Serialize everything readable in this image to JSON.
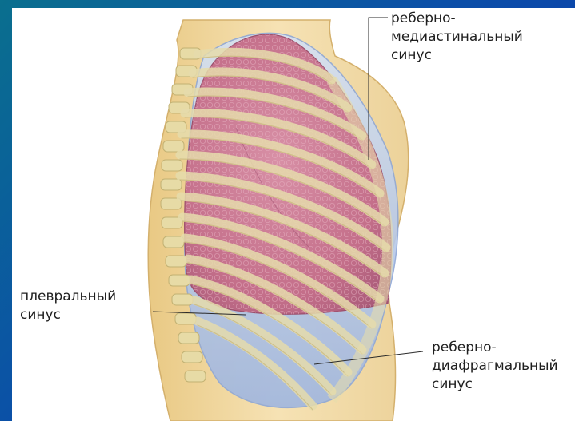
{
  "labels": {
    "costomediastinal": {
      "line1": "реберно-",
      "line2": "медиастинальный",
      "line3": "синус"
    },
    "pleural": {
      "line1": "плевральный",
      "line2": "синус"
    },
    "costophrenic": {
      "line1": "реберно-",
      "line2": "диафрагмальный",
      "line3": "синус"
    }
  },
  "colors": {
    "background_gradient": [
      "#0a6f8e",
      "#0b4fa8",
      "#0a2fae"
    ],
    "body": "#f2d9a2",
    "lung": "#c8738c",
    "pleura": "#b9cdec",
    "bone": "#efe6b8"
  }
}
